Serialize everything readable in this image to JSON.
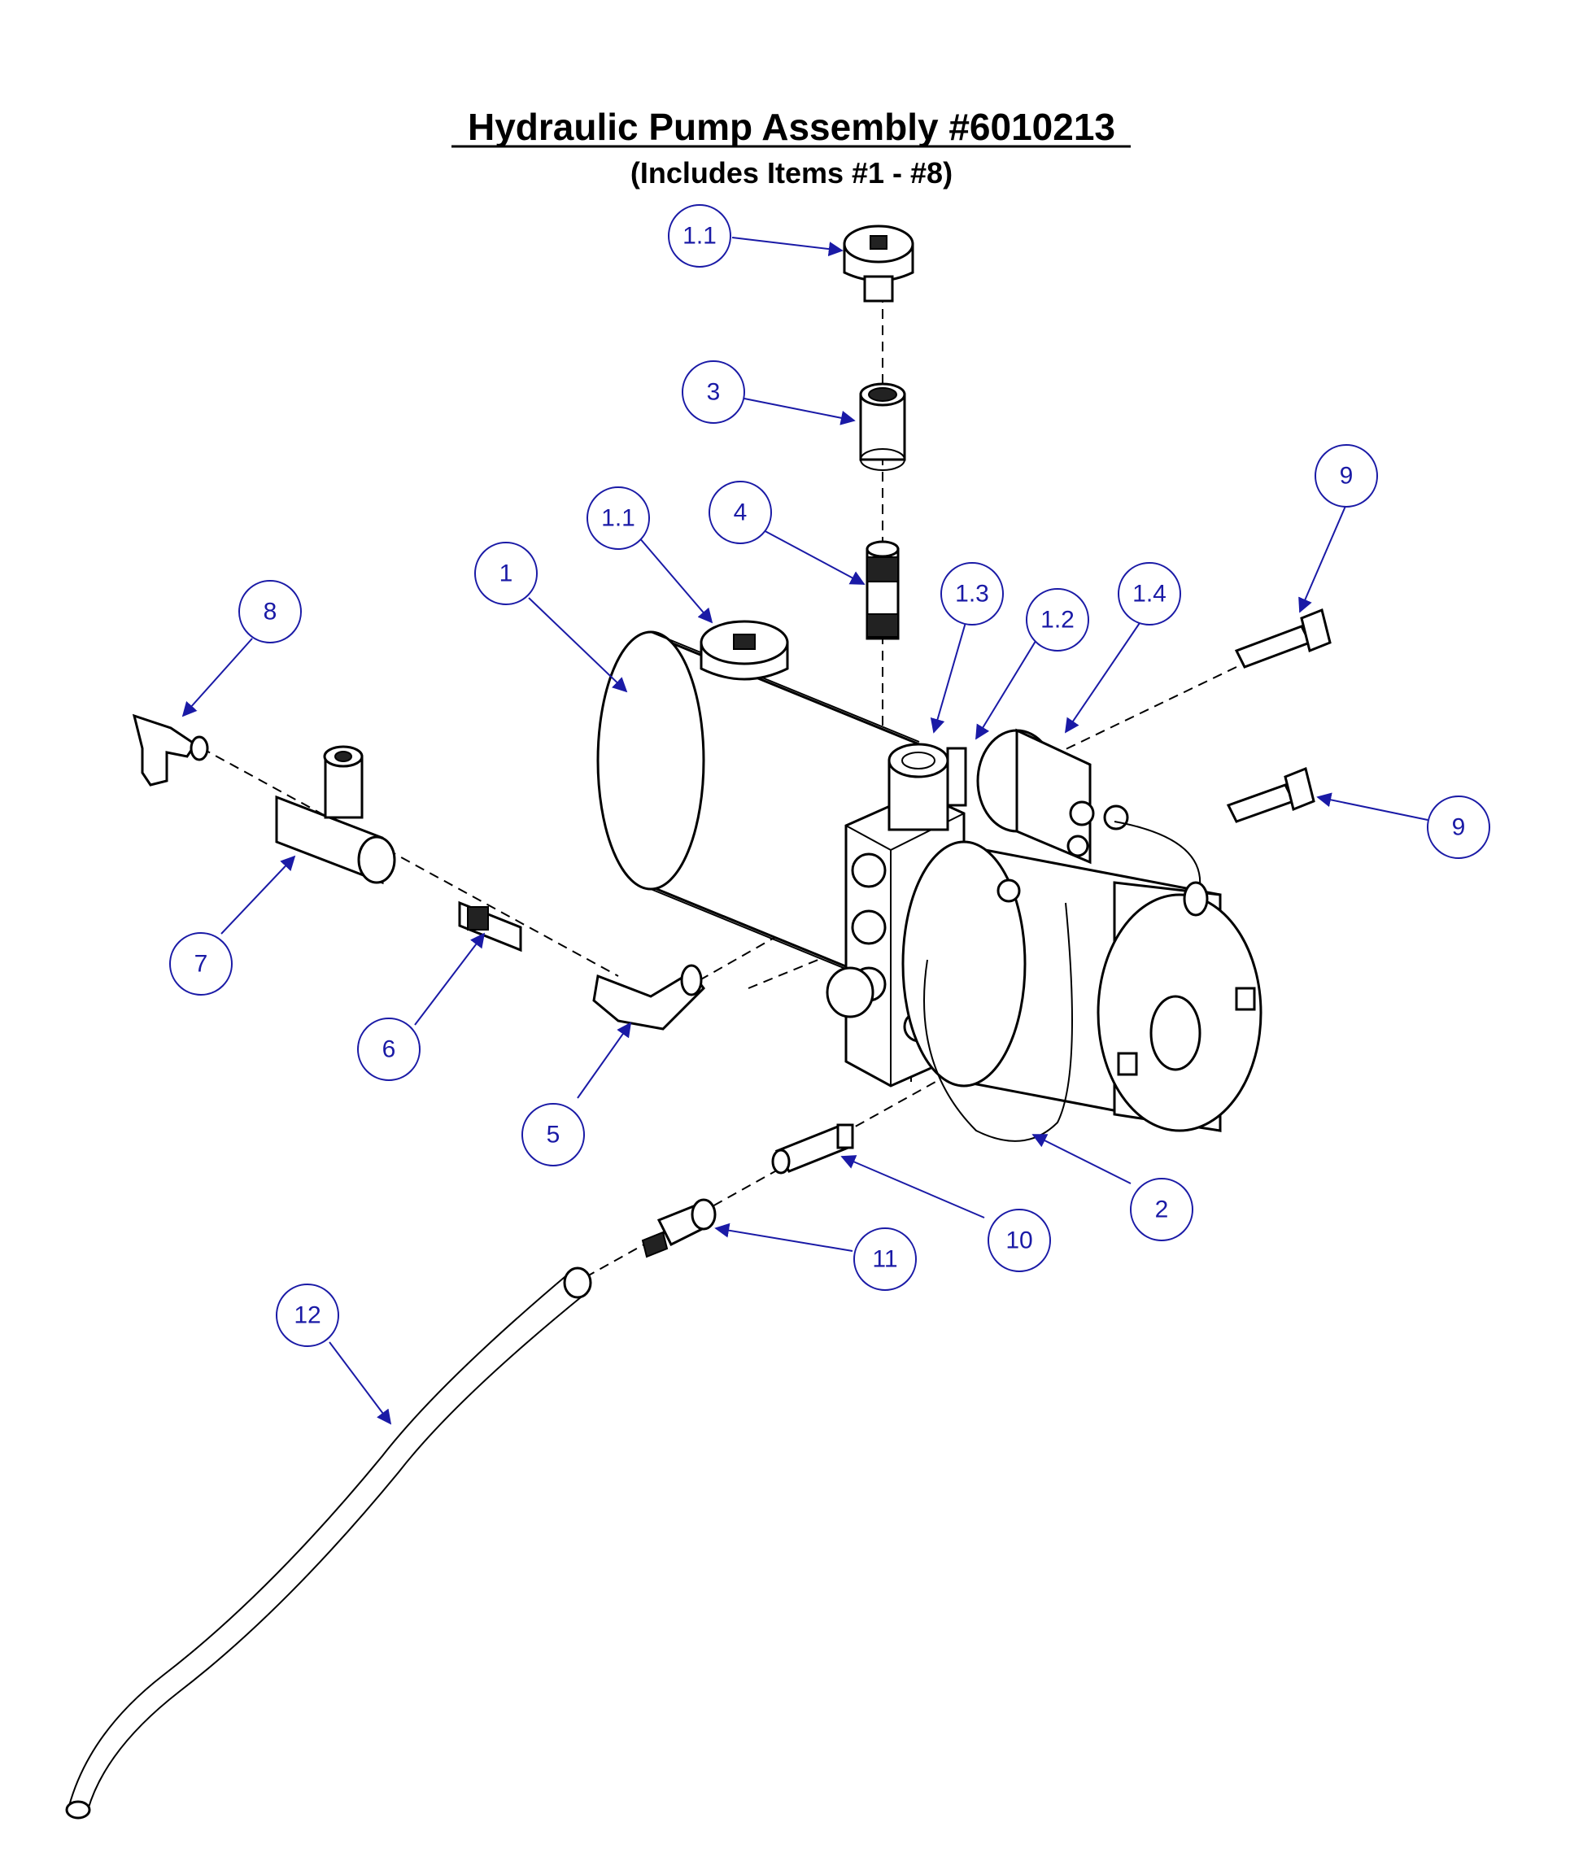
{
  "title": "Hydraulic Pump Assembly #6010213",
  "subtitle": "(Includes Items #1 - #8)",
  "callouts": {
    "c1_1_top": "1.1",
    "c3": "3",
    "c1_1": "1.1",
    "c4": "4",
    "c1": "1",
    "c1_3": "1.3",
    "c1_2": "1.2",
    "c1_4": "1.4",
    "c9_top": "9",
    "c9_bottom": "9",
    "c8": "8",
    "c7": "7",
    "c6": "6",
    "c5": "5",
    "c2": "2",
    "c10": "10",
    "c11": "11",
    "c12": "12"
  },
  "colors": {
    "callout": "#1a1aa6",
    "line": "#000000"
  }
}
